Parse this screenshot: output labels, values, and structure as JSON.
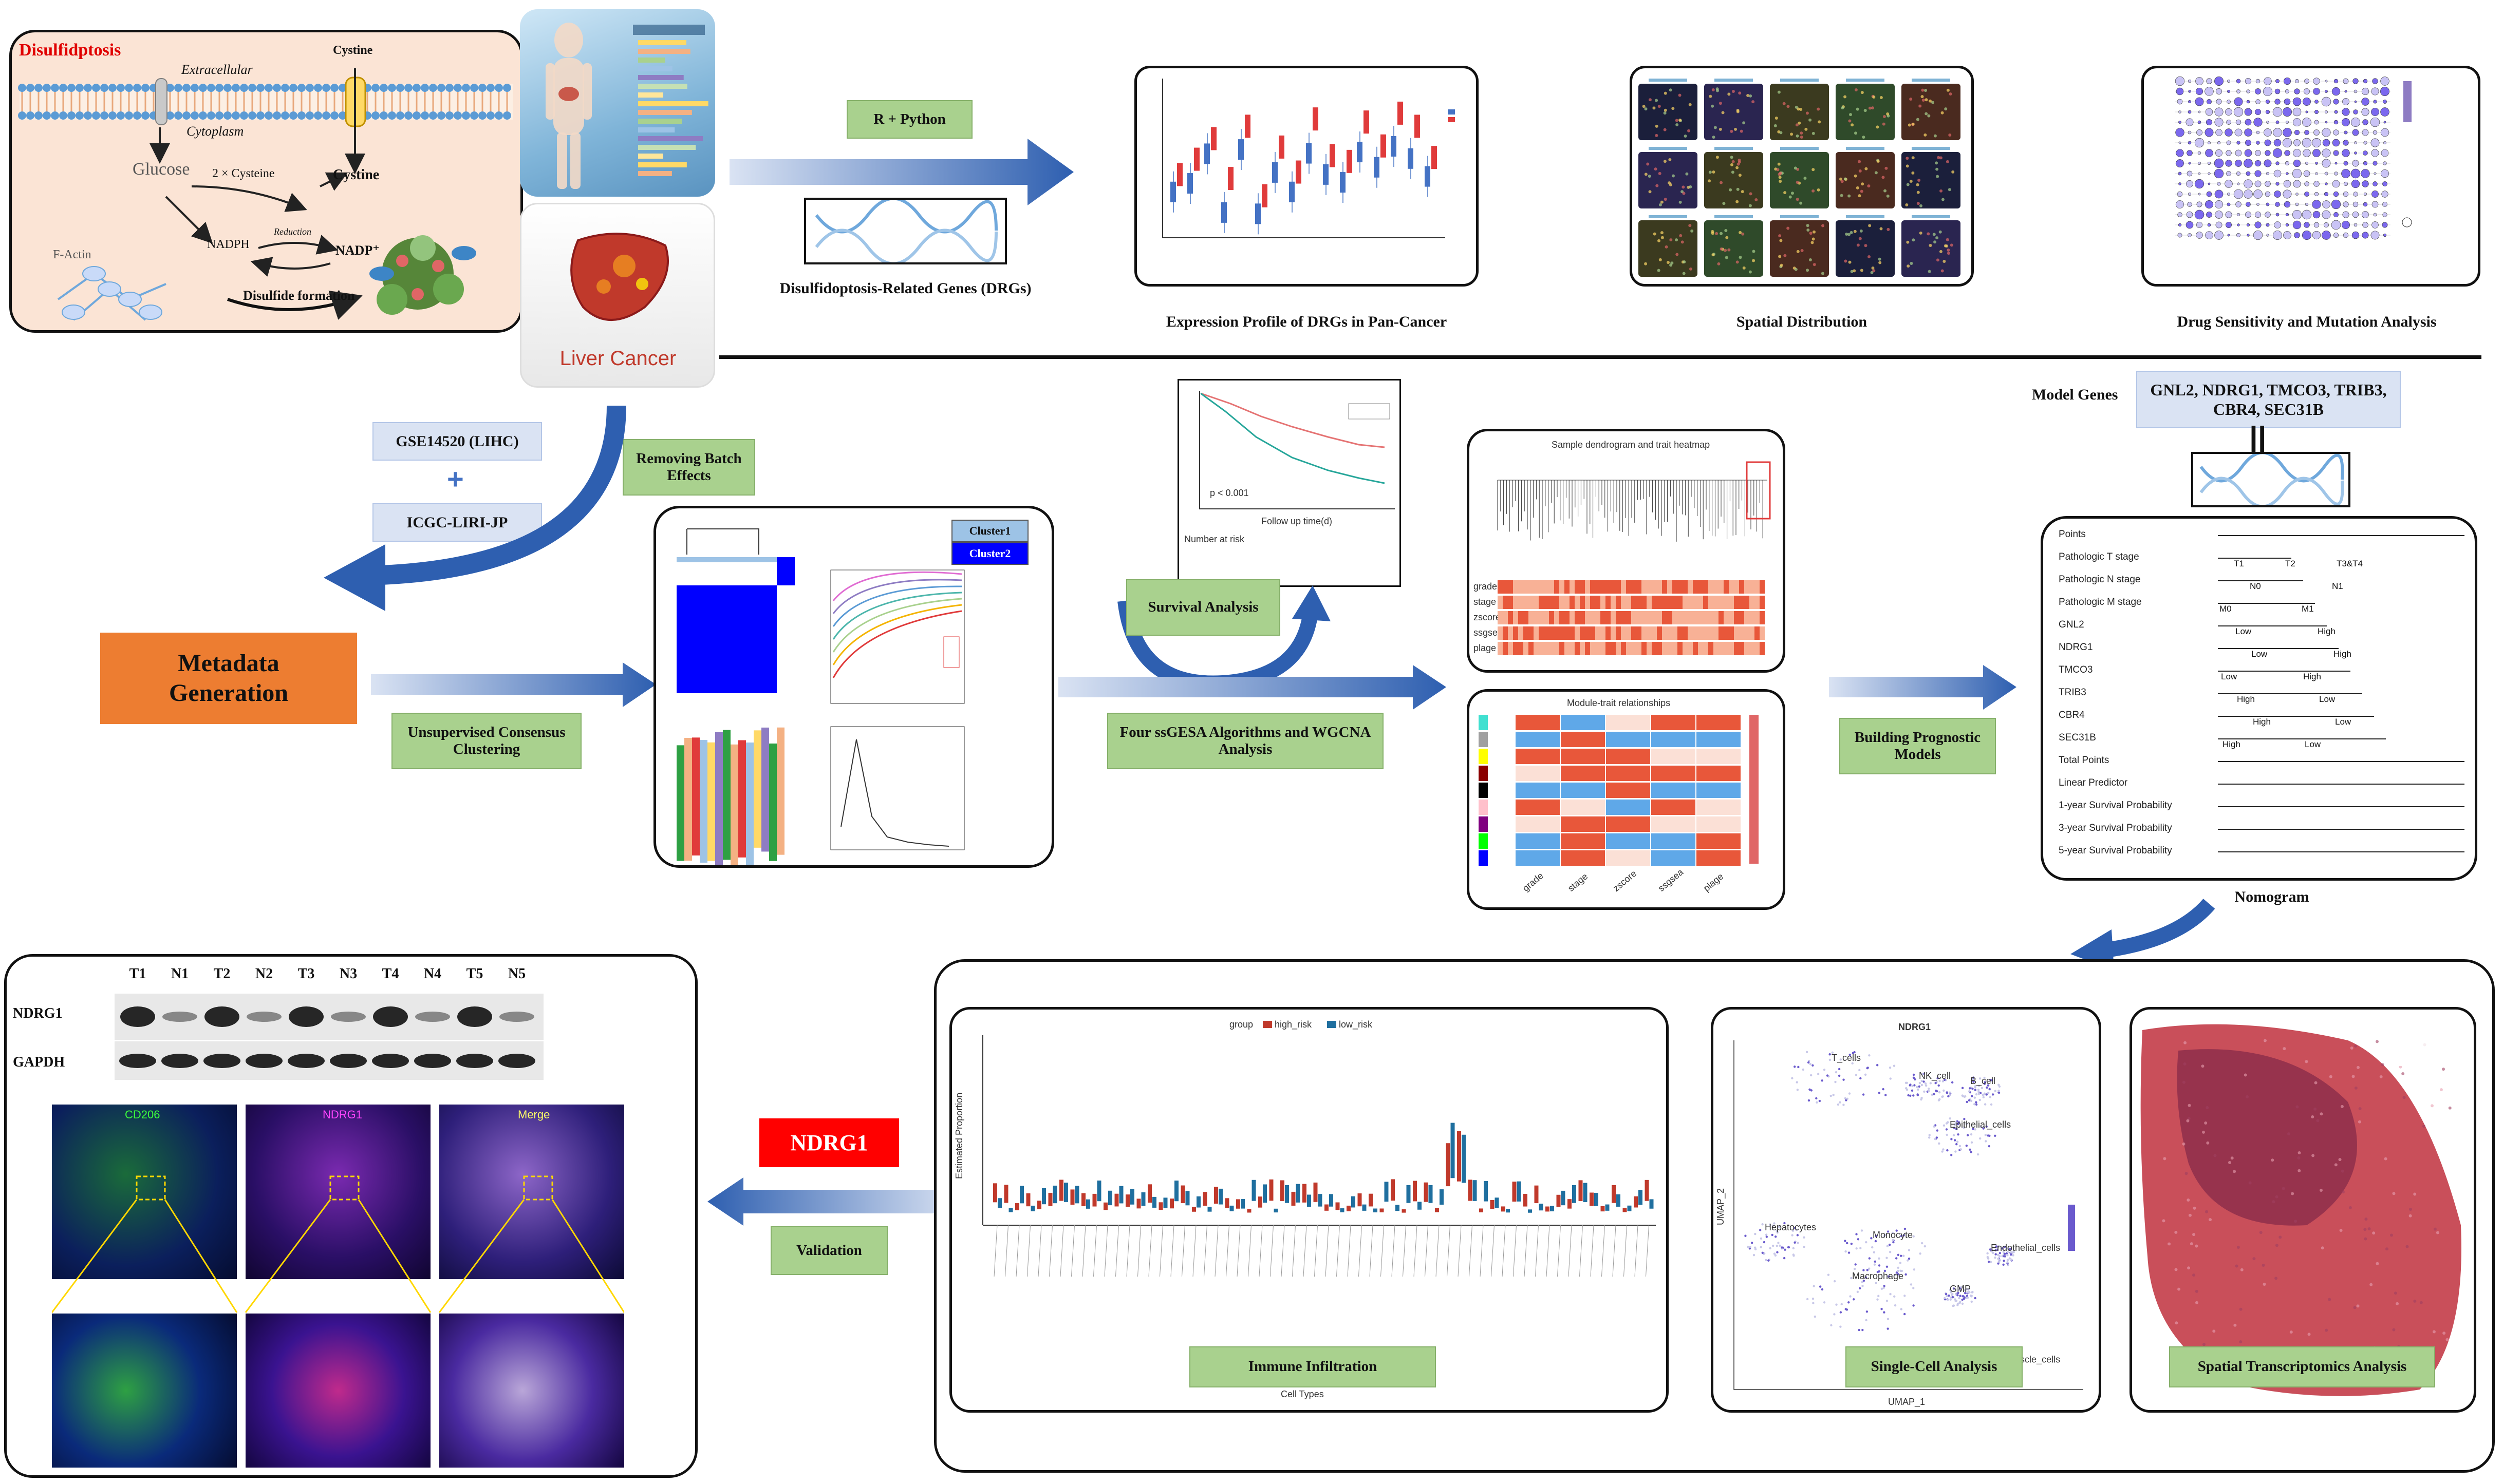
{
  "mechanism": {
    "title": "Disulfidptosis",
    "extracellular": "Extracellular",
    "cytoplasm": "Cytoplasm",
    "cystine_top": "Cystine",
    "glucose": "Glucose",
    "cysteine": "2 × Cysteine",
    "cystine": "Cystine",
    "nadph": "NADPH",
    "reduction": "Reduction",
    "nadp": "NADP⁺",
    "factin": "F-Actin",
    "disulfide": "Disulfide formation"
  },
  "liver_label": "Liver Cancer",
  "flow": {
    "r_python": "R + Python",
    "drgs": "Disulfidoptosis-Related Genes (DRGs)",
    "expr_profile": "Expression Profile of DRGs in Pan-Cancer",
    "spatial_dist": "Spatial Distribution",
    "drug_sens": "Drug Sensitivity and Mutation Analysis",
    "gse": "GSE14520 (LIHC)",
    "plus": "+",
    "icgc": "ICGC-LIRI-JP",
    "removing_batch": "Removing Batch Effects",
    "metadata": "Metadata Generation",
    "unsupervised": "Unsupervised Consensus Clustering",
    "survival": "Survival Analysis",
    "ssgsea": "Four ssGESA Algorithms and WGCNA Analysis",
    "building": "Building Prognostic Models",
    "model_genes_label": "Model Genes",
    "model_genes": "GNL2, NDRG1, TMCO3, TRIB3, CBR4, SEC31B",
    "equals": "||",
    "nomogram": "Nomogram",
    "immune": "Immune Infiltration",
    "single_cell": "Single-Cell Analysis",
    "spatial_tx": "Spatial Transcriptomics Analysis",
    "ndrg1": "NDRG1",
    "validation": "Validation"
  },
  "cluster": {
    "c1": "Cluster1",
    "c2": "Cluster2"
  },
  "wgcna": {
    "dendro_title": "Sample dendrogram and trait heatmap",
    "module_title": "Module-trait relationships",
    "traits": [
      "grade",
      "stage",
      "zscore",
      "ssgsea",
      "plage"
    ]
  },
  "survival_plot": {
    "pval": "p < 0.001",
    "risk": "Number at risk",
    "xlab": "Follow up time(d)"
  },
  "nomo": {
    "rows": [
      "Points",
      "Pathologic T stage",
      "Pathologic N stage",
      "Pathologic M stage",
      "GNL2",
      "NDRG1",
      "TMCO3",
      "TRIB3",
      "CBR4",
      "SEC31B",
      "Total Points",
      "Linear Predictor",
      "1-year Survival Probability",
      "3-year Survival Probability",
      "5-year Survival Probability"
    ],
    "tstage": [
      "T1",
      "T2",
      "T3&T4"
    ],
    "nstage": [
      "N0",
      "N1"
    ],
    "mstage": [
      "M0",
      "M1"
    ],
    "gnl2": [
      "Low",
      "High"
    ],
    "ndrg1": [
      "Low",
      "High"
    ],
    "tmco3": [
      "Low",
      "High"
    ],
    "trib3": [
      "High",
      "Low"
    ],
    "cbr4": [
      "High",
      "Low"
    ],
    "sec31b": [
      "High",
      "Low"
    ]
  },
  "umap": {
    "title": "NDRG1",
    "clusters": [
      "T_cells",
      "NK_cell",
      "B_cell",
      "Epithelial_cells",
      "Hepatocytes",
      "Monocyte",
      "Macrophage",
      "Endothelial_cells",
      "GMP",
      "Smooth_muscle_cells"
    ],
    "xlab": "UMAP_1",
    "ylab": "UMAP_2"
  },
  "immune_plot": {
    "legend_title": "group",
    "legend_high": "high_risk",
    "legend_low": "low_risk",
    "ylabel": "Estimated Proportion",
    "xlabel": "Cell Types"
  },
  "wb": {
    "lanes": [
      "T1",
      "N1",
      "T2",
      "N2",
      "T3",
      "N3",
      "T4",
      "N4",
      "T5",
      "N5"
    ],
    "ndrg1": "NDRG1",
    "gapdh": "GAPDH"
  },
  "if_labels": {
    "cd206": "CD206",
    "ndrg1": "NDRG1",
    "merge": "Merge"
  }
}
